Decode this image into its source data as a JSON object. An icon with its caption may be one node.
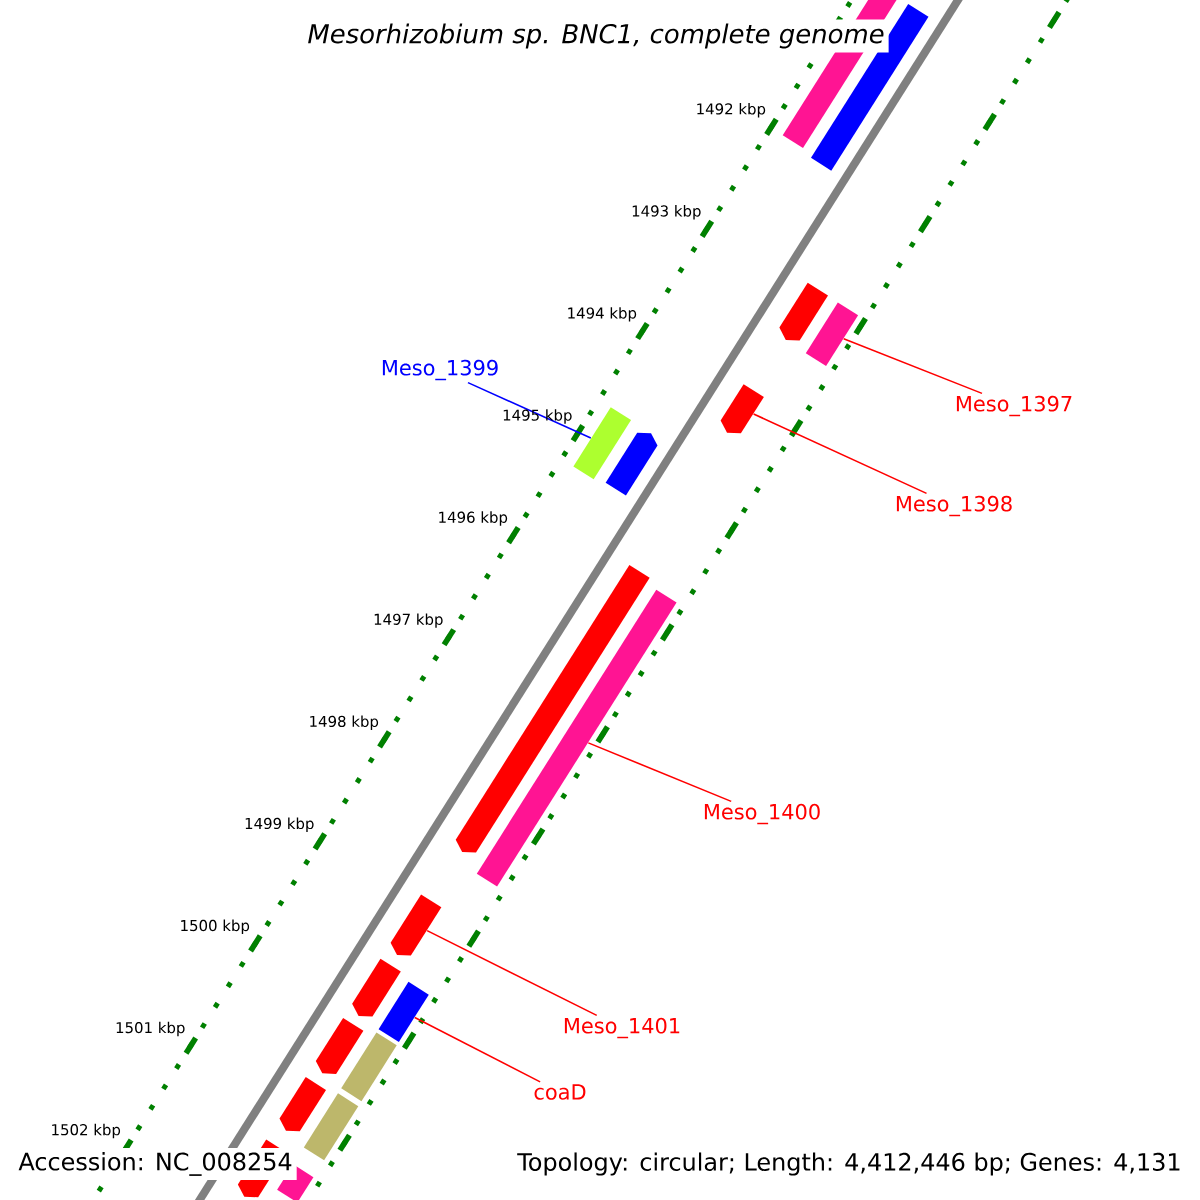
{
  "diagram": {
    "title": "Mesorhizobium sp. BNC1, complete genome",
    "nodes": [
      {
        "text": [],
        "shape": "bar"
      },
      {
        "text": [],
        "shape": "bar"
      },
      {
        "text": [],
        "shape": "pentagon"
      },
      {
        "text": [],
        "shape": "bar"
      },
      {
        "text": [
          "Meso_1397"
        ]
      },
      {
        "text": [
          "Meso_1399"
        ]
      },
      {
        "text": [],
        "shape": "pentagon"
      },
      {
        "text": [
          "Meso_1398"
        ]
      },
      {
        "text": [],
        "shape": "bar"
      },
      {
        "text": [],
        "shape": "pentagon"
      },
      {
        "text": [],
        "shape": "pentagon"
      },
      {
        "text": [],
        "shape": "bar"
      },
      {
        "text": [
          "Meso_1400"
        ]
      },
      {
        "text": [],
        "shape": "pentagon"
      },
      {
        "text": [
          "Meso_1401"
        ]
      },
      {
        "text": [],
        "shape": "pentagon"
      },
      {
        "text": [],
        "shape": "bar"
      },
      {
        "text": [
          "coaD"
        ]
      },
      {
        "text": [],
        "shape": "pentagon"
      },
      {
        "text": [],
        "shape": "bar"
      },
      {
        "text": [],
        "shape": "pentagon"
      },
      {
        "text": [],
        "shape": "bar"
      },
      {
        "text": [],
        "shape": "pentagon"
      },
      {
        "text": [],
        "shape": "bar"
      }
    ],
    "edges": [
      {
        "from": 4,
        "to": 3,
        "arrow": "none"
      },
      {
        "from": 5,
        "to": 8,
        "arrow": "none",
        "color": "#0000ff"
      },
      {
        "from": 7,
        "to": 6,
        "arrow": "none"
      },
      {
        "from": 12,
        "to": 11,
        "arrow": "none"
      },
      {
        "from": 14,
        "to": 13,
        "arrow": "none"
      },
      {
        "from": 17,
        "to": 16,
        "arrow": "none"
      }
    ],
    "labels": [
      "1492 kbp",
      "1493 kbp",
      "1494 kbp",
      "1495 kbp",
      "1496 kbp",
      "1497 kbp",
      "1498 kbp",
      "1499 kbp",
      "1500 kbp",
      "1501 kbp",
      "1502 kbp",
      "Accession: NC_008254",
      "Topology: circular; Length: 4,412,446 bp; Genes: 4,131"
    ]
  }
}
